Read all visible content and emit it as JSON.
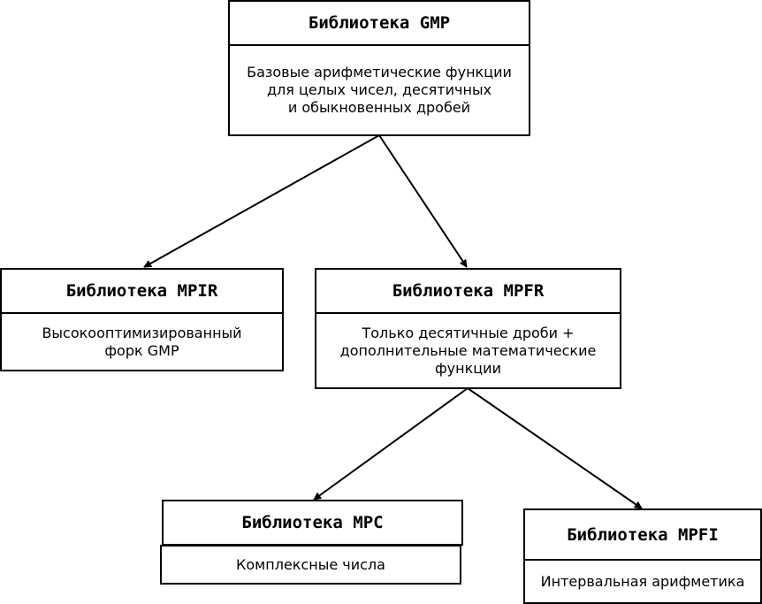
{
  "nodes": {
    "gmp": {
      "title": "Библиотека GMP",
      "description": "Базовые арифметические функции\nдля целых чисел, десятичных\nи обыкновенных дробей"
    },
    "mpir": {
      "title": "Библиотека MPIR",
      "description": "Высокооптимизированный\nфорк GMP"
    },
    "mpfr": {
      "title": "Библиотека MPFR",
      "description": "Только десятичные дроби +\nдополнительные математические\nфункции"
    },
    "mpc": {
      "title": "Библиотека MPC",
      "description": "Комплексные числа"
    },
    "mpfi": {
      "title": "Библиотека MPFI",
      "description": "Интервальная арифметика"
    }
  }
}
